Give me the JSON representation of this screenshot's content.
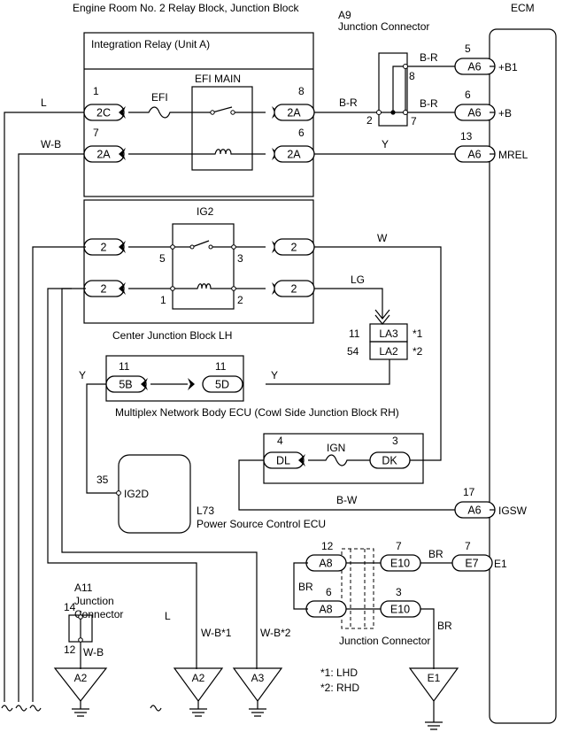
{
  "titles": {
    "relay_block": "Engine Room No. 2 Relay Block, Junction Block",
    "a9_num": "A9",
    "a9_name": "Junction Connector",
    "ecm": "ECM",
    "integration_relay": "Integration Relay (Unit A)",
    "efi_main": "EFI MAIN",
    "efi": "EFI",
    "ig2": "IG2",
    "center_jb": "Center Junction Block LH",
    "multiplex": "Multiplex Network Body ECU (Cowl Side Junction Block RH)",
    "ign": "IGN",
    "l73": "L73",
    "psc_ecu": "Power Source Control ECU",
    "ig2d": "IG2D",
    "a11_num": "A11",
    "a11_l1": "Junction",
    "a11_l2": "Connector",
    "junction_connector": "Junction Connector",
    "note1": "*1: LHD",
    "note2": "*2: RHD"
  },
  "connectors": {
    "c2c": "2C",
    "c2a_efi": "2A",
    "c2a_w": "2A",
    "c2a_y": "2A",
    "ig2_tl": "2",
    "ig2_bl": "2",
    "ig2_tr": "2",
    "ig2_br": "2",
    "a6_b1": "A6",
    "a6_b": "A6",
    "a6_mrel": "A6",
    "a6_igsw": "A6",
    "la3": "LA3",
    "la2": "LA2",
    "c5b": "5B",
    "c5d": "5D",
    "dl": "DL",
    "dk": "DK",
    "a8_top": "A8",
    "a8_bot": "A8",
    "e10_top": "E10",
    "e10_bot": "E10",
    "e7": "E7"
  },
  "grounds": {
    "g_a2_left": "A2",
    "g_a2_mid": "A2",
    "g_a3": "A3",
    "g_e1": "E1"
  },
  "pins": {
    "p1": "1",
    "p7": "7",
    "p8": "8",
    "p6": "6",
    "a9_8": "8",
    "a9_2": "2",
    "a9_7": "7",
    "ecm_5": "5",
    "ecm_6": "6",
    "ecm_13": "13",
    "ecm_17": "17",
    "sw5": "5",
    "sw3": "3",
    "co1": "1",
    "co2": "2",
    "la_11": "11",
    "la_54": "54",
    "m_11a": "11",
    "m_11b": "11",
    "dl_4": "4",
    "dk_3": "3",
    "ig2d_35": "35",
    "a11_14": "14",
    "a11_12": "12",
    "a8_12": "12",
    "a8_6": "6",
    "e10_7": "7",
    "e10_3": "3",
    "e7_7": "7"
  },
  "wires": {
    "L": "L",
    "WB": "W-B",
    "BR_top": "B-R",
    "BR_mid": "B-R",
    "BR_left": "B-R",
    "Y_mrel": "Y",
    "W": "W",
    "LG": "LG",
    "Y_left": "Y",
    "Y_mid": "Y",
    "BW": "B-W",
    "BR_e7": "BR",
    "BR_a8": "BR",
    "BR_e1": "BR",
    "WB_a11": "W-B",
    "L_vert": "L",
    "WB1": "W-B*1",
    "WB2": "W-B*2"
  },
  "notes": {
    "star1": "*1",
    "star2": "*2"
  },
  "ecm_terms": {
    "b1": "+B1",
    "b": "+B",
    "mrel": "MREL",
    "igsw": "IGSW",
    "e1": "E1"
  }
}
